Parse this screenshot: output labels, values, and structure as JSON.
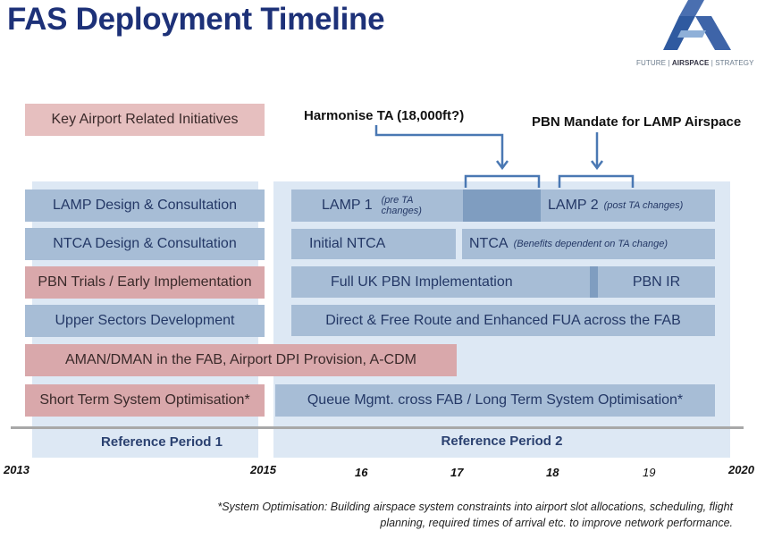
{
  "title": "FAS Deployment Timeline",
  "logo": {
    "prefix": "FUTURE | ",
    "bold": "AIRSPACE",
    "suffix": " | STRATEGY",
    "icon": "fas-logo-icon"
  },
  "key_label": "Key Airport Related Initiatives",
  "callouts": {
    "harmonise": "Harmonise TA (18,000ft?)",
    "pbn_mandate": "PBN Mandate for LAMP Airspace"
  },
  "left_rows": [
    "LAMP Design & Consultation",
    "NTCA Design & Consultation",
    "PBN Trials / Early Implementation",
    "Upper Sectors Development",
    "AMAN/DMAN in the FAB, Airport DPI Provision, A-CDM",
    "Short Term System Optimisation*"
  ],
  "right": {
    "lamp1": "LAMP 1",
    "lamp1_note": "(pre TA changes)",
    "lamp2": "LAMP 2",
    "lamp2_note": "(post TA changes)",
    "initial_ntca": "Initial NTCA",
    "ntca": "NTCA",
    "ntca_note": "(Benefits dependent on TA change)",
    "full_pbn": "Full UK PBN Implementation",
    "pbn_ir": "PBN IR",
    "direct": "Direct & Free Route and Enhanced FUA across the FAB",
    "queue": "Queue Mgmt. cross FAB / Long Term System Optimisation*"
  },
  "periods": [
    "Reference Period 1",
    "Reference Period 2"
  ],
  "years": [
    "2013",
    "2015",
    "16",
    "17",
    "18",
    "19",
    "2020"
  ],
  "footnote": "*System Optimisation: Building airspace system constraints into airport slot allocations, scheduling, flight planning, required times of arrival etc. to improve network performance.",
  "colors": {
    "title": "#1d3178",
    "box_blue": "#a7bdd6",
    "box_pink": "#d9a8ab",
    "period_bg": "#dde8f4",
    "bracket": "#4a78b3"
  }
}
